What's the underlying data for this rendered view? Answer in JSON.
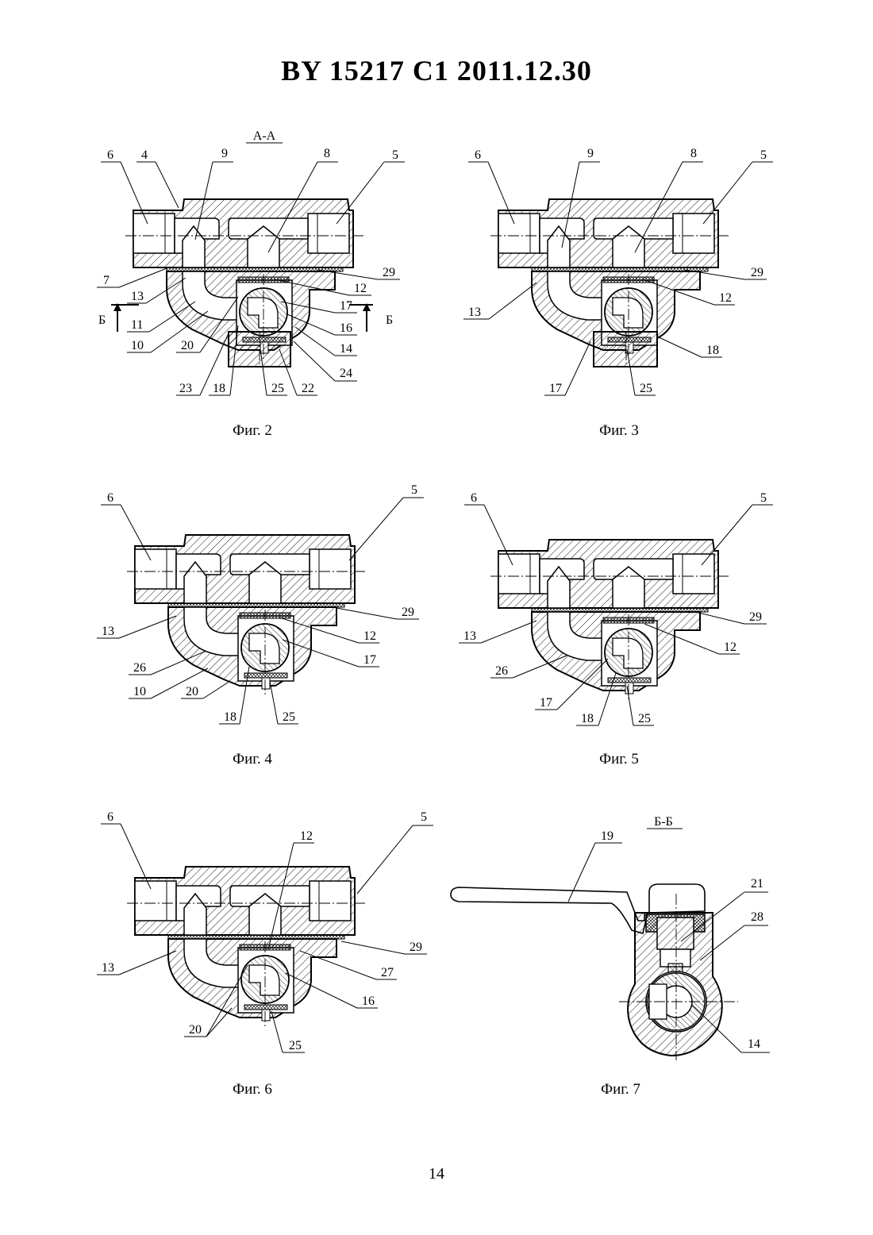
{
  "header": {
    "title": "BY  15217  C1  2011.12.30"
  },
  "page_number": "14",
  "figures": [
    {
      "id": "fig2",
      "caption": "Фиг. 2",
      "section_label": "А-А",
      "callouts": [
        "6",
        "4",
        "9",
        "8",
        "5",
        "7",
        "13",
        "11",
        "10",
        "20",
        "23",
        "18",
        "25",
        "22",
        "24",
        "14",
        "16",
        "17",
        "12",
        "29"
      ],
      "section_marks": [
        "Б",
        "Б"
      ]
    },
    {
      "id": "fig3",
      "caption": "Фиг. 3",
      "callouts": [
        "6",
        "9",
        "8",
        "5",
        "13",
        "29",
        "12",
        "18",
        "17",
        "25"
      ]
    },
    {
      "id": "fig4",
      "caption": "Фиг. 4",
      "callouts": [
        "6",
        "5",
        "13",
        "26",
        "10",
        "20",
        "18",
        "25",
        "29",
        "12",
        "17"
      ]
    },
    {
      "id": "fig5",
      "caption": "Фиг. 5",
      "callouts": [
        "6",
        "5",
        "13",
        "26",
        "17",
        "18",
        "25",
        "29",
        "12"
      ]
    },
    {
      "id": "fig6",
      "caption": "Фиг. 6",
      "callouts": [
        "6",
        "12",
        "5",
        "13",
        "20",
        "25",
        "29",
        "27",
        "16"
      ]
    },
    {
      "id": "fig7",
      "caption": "Фиг. 7",
      "section_label": "Б-Б",
      "callouts": [
        "19",
        "21",
        "28",
        "14"
      ]
    }
  ]
}
